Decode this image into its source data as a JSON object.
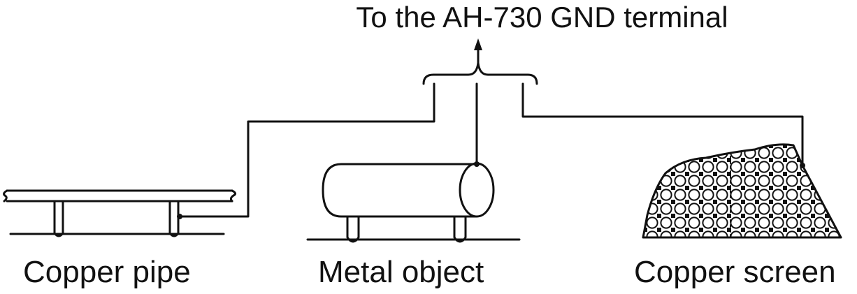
{
  "diagram": {
    "title": "To the AH-730 GND terminal",
    "labels": {
      "copper_pipe": "Copper pipe",
      "metal_object": "Metal object",
      "copper_screen": "Copper screen"
    }
  }
}
